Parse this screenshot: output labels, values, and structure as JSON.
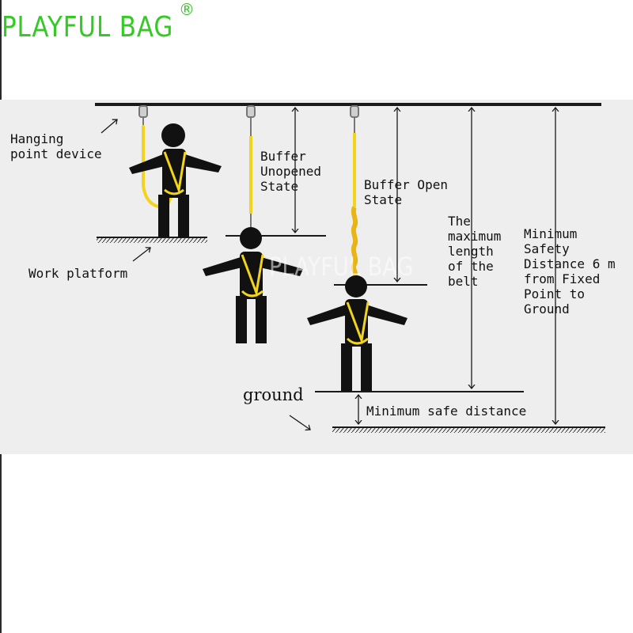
{
  "brand": {
    "name": "PLAYFUL BAG",
    "registered_mark": "®",
    "color": "#34c924"
  },
  "watermark": "PLAYFUL BAG",
  "colors": {
    "lanyard": "#f2d41d",
    "figure": "#111111",
    "background": "#eeeeee",
    "line": "#1a1a1a"
  },
  "labels": {
    "hanging_point": "Hanging\npoint device",
    "work_platform": "Work platform",
    "buffer_unopened": "Buffer\nUnopened\nState",
    "buffer_open": "Buffer Open\nState",
    "max_length": "The\nmaximum\nlength\nof the\nbelt",
    "min_safety_distance": "Minimum\nSafety\nDistance 6 m\nfrom Fixed\nPoint to\nGround",
    "ground": "ground",
    "min_safe_distance": "Minimum safe distance"
  },
  "figures": [
    {
      "name": "worker-on-platform",
      "lanyard": "slack"
    },
    {
      "name": "worker-buffer-unopened",
      "lanyard": "taut"
    },
    {
      "name": "worker-buffer-open",
      "lanyard": "extended"
    }
  ]
}
